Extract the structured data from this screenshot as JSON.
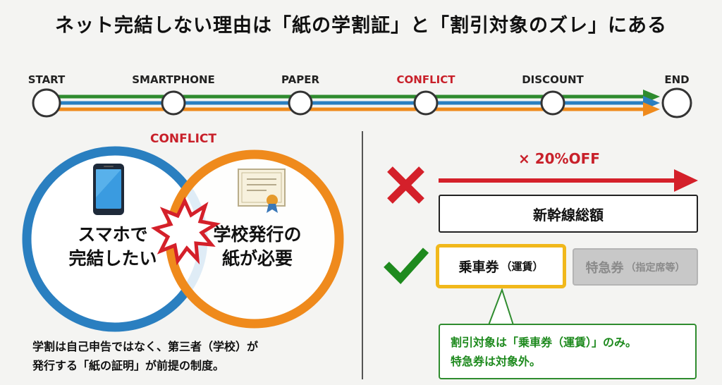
{
  "title": "ネット完結しない理由は「紙の学割証」と「割引対象のズレ」にある",
  "flow": {
    "steps": [
      "START",
      "SMARTPHONE",
      "PAPER",
      "CONFLICT",
      "DISCOUNT",
      "END"
    ],
    "line_colors": [
      "#2e8b2e",
      "#2a7fc0",
      "#ef8a1c"
    ],
    "conflict_color": "#c8202a"
  },
  "venn": {
    "conflict_label": "CONFLICT",
    "left_text": [
      "スマホで",
      "完結したい"
    ],
    "right_text": [
      "学校発行の",
      "紙が必要"
    ],
    "left_color": "#2a7fc0",
    "right_color": "#ef8a1c",
    "icons": [
      "smartphone-icon",
      "certificate-icon",
      "burst-icon"
    ]
  },
  "note": [
    "学割は自己申告ではなく、第三者（学校）が",
    "発行する「紙の証明」が前提の制度。"
  ],
  "discount": {
    "wrong_label": "× 20%OFF",
    "total_box": "新幹線総額",
    "fare_box": "乗車券",
    "fare_box_sub": "（運賃）",
    "express_box": "特急券",
    "express_box_sub": "（指定席等）",
    "callout": [
      "割引対象は「乗車券（運賃）」のみ。",
      "特急券は対象外。"
    ],
    "red": "#d4202a",
    "green": "#1e8a1e",
    "yellow": "#f1b81b"
  }
}
